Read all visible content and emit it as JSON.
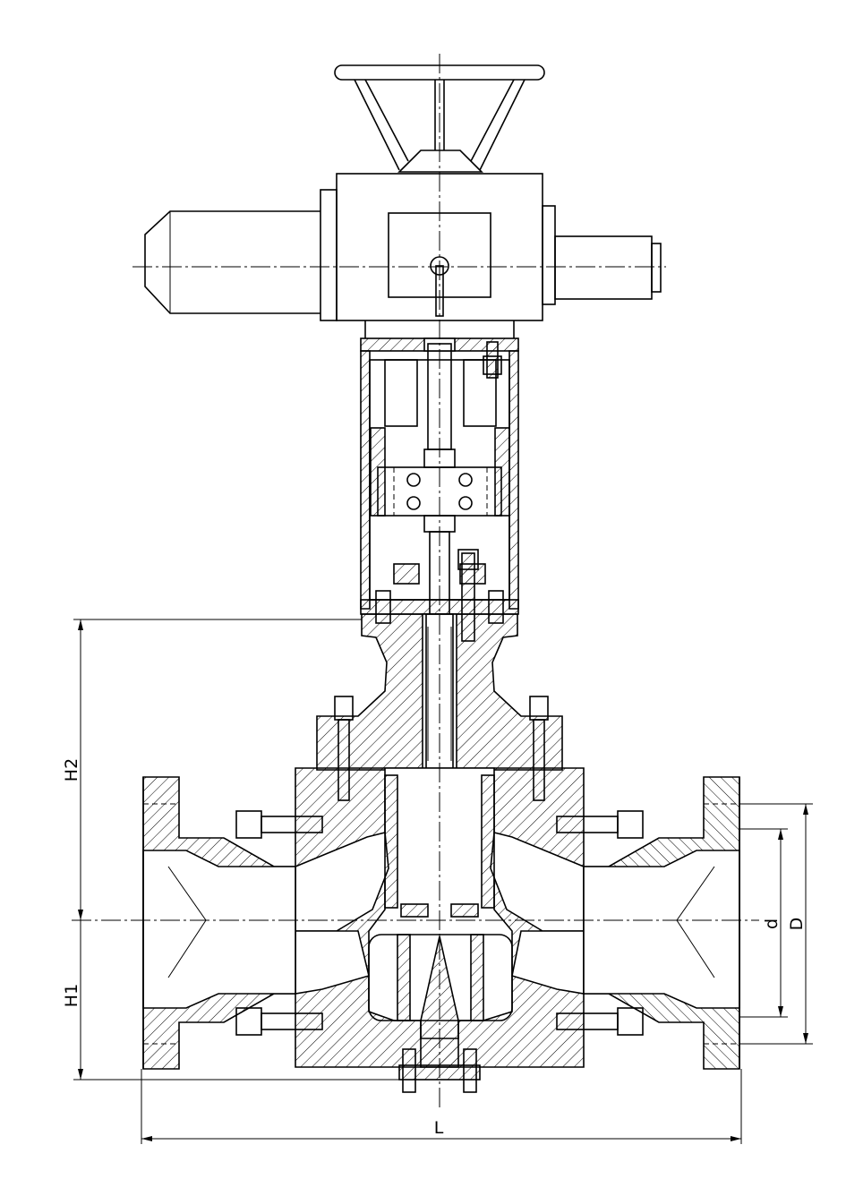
{
  "drawing": {
    "dimension_labels": {
      "height_upper": "H2",
      "height_lower": "H1",
      "length": "L",
      "inner_diameter": "d",
      "outer_diameter": "D"
    },
    "colors": {
      "line": "#000000",
      "background": "#ffffff"
    }
  }
}
